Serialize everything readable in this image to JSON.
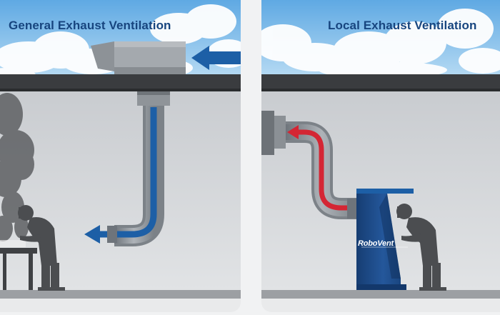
{
  "panels": {
    "left": {
      "title": "General Exhaust Ventilation"
    },
    "right": {
      "title": "Local Exhaust Ventilation"
    }
  },
  "brand": {
    "logo_text": "RoboVent"
  },
  "colors": {
    "sky": "#8ec4ea",
    "cloud": "#ffffff",
    "roof": "#3a3c3f",
    "wall": "#d6d8da",
    "floor": "#9c9fa3",
    "duct": "#9aa0a6",
    "duct_shadow": "#6e747b",
    "airflow_blue": "#1d5fa6",
    "airflow_red": "#d42634",
    "collector": "#1e4f8f",
    "silhouette": "#4b4d50",
    "smoke": "#6a6c6f",
    "title": "#17457f"
  },
  "icons": [
    "airflow-arrow-icon",
    "welder-icon",
    "smoke-icon",
    "fume-collector-icon"
  ]
}
